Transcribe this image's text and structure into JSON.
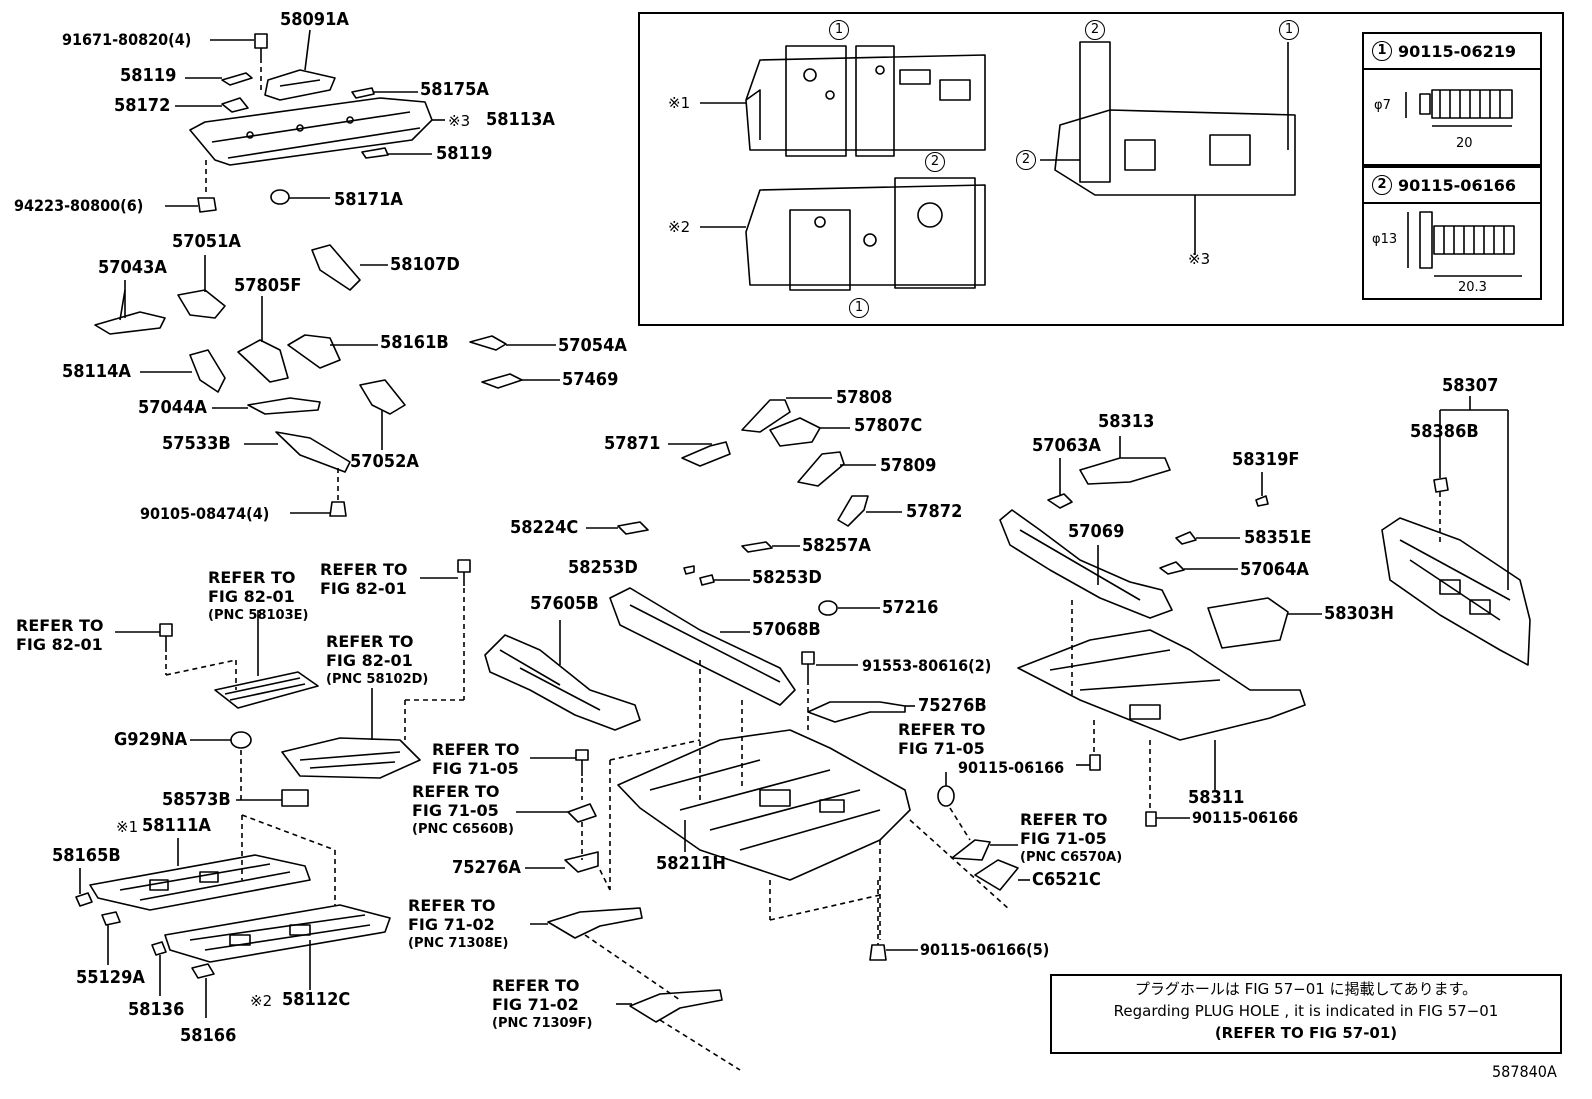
{
  "labels": {
    "p91671": "91671-80820(4)",
    "p58091A": "58091A",
    "p58119a": "58119",
    "p58175A": "58175A",
    "p58172": "58172",
    "p58113A": "58113A",
    "p58119b": "58119",
    "p94223": "94223-80800(6)",
    "p58171A": "58171A",
    "p57051A": "57051A",
    "p57043A": "57043A",
    "p58107D": "58107D",
    "p57805F": "57805F",
    "p58161B": "58161B",
    "p57054A": "57054A",
    "p58114A": "58114A",
    "p57469": "57469",
    "p57044A": "57044A",
    "p57533B": "57533B",
    "p57052A": "57052A",
    "p90105": "90105-08474(4)",
    "p57808": "57808",
    "p57871": "57871",
    "p57807C": "57807C",
    "p57809": "57809",
    "p57872": "57872",
    "p58224C": "58224C",
    "p58257A": "58257A",
    "p58253Da": "58253D",
    "p58253Db": "58253D",
    "p57605B": "57605B",
    "p57068B": "57068B",
    "p57216": "57216",
    "p91553": "91553-80616(2)",
    "p75276B": "75276B",
    "pG929NA": "G929NA",
    "p58573B": "58573B",
    "p58111A": "58111A",
    "p58165B": "58165B",
    "p55129A": "55129A",
    "p58136": "58136",
    "p58166": "58166",
    "p58112C": "58112C",
    "p75276A": "75276A",
    "p58211H": "58211H",
    "p90115_5": "90115-06166(5)",
    "p58313": "58313",
    "p57063A": "57063A",
    "p58319F": "58319F",
    "p58307": "58307",
    "p58386B": "58386B",
    "p57069": "57069",
    "p58351E": "58351E",
    "p57064A": "57064A",
    "p58303H": "58303H",
    "p90115a": "90115-06166",
    "p58311": "58311",
    "p90115b": "90115-06166",
    "pC6521C": "C6521C"
  },
  "refs": {
    "r1": {
      "l1": "REFER TO",
      "l2": "FIG 82-01",
      "l3": "(PNC 58103E)"
    },
    "r2": {
      "l1": "REFER TO",
      "l2": "FIG 82-01"
    },
    "r3": {
      "l1": "REFER TO",
      "l2": "FIG 82-01"
    },
    "r4": {
      "l1": "REFER TO",
      "l2": "FIG 82-01",
      "l3": "(PNC 58102D)"
    },
    "r5": {
      "l1": "REFER TO",
      "l2": "FIG 71-05"
    },
    "r6": {
      "l1": "REFER TO",
      "l2": "FIG 71-05",
      "l3": "(PNC C6560B)"
    },
    "r7": {
      "l1": "REFER TO",
      "l2": "FIG 71-05"
    },
    "r8": {
      "l1": "REFER TO",
      "l2": "FIG 71-05",
      "l3": "(PNC C6570A)"
    },
    "r9": {
      "l1": "REFER TO",
      "l2": "FIG 71-02",
      "l3": "(PNC 71308E)"
    },
    "r10": {
      "l1": "REFER TO",
      "l2": "FIG 71-02",
      "l3": "(PNC 71309F)"
    }
  },
  "marks": {
    "m1": "※1",
    "m2": "※2",
    "m3": "※3",
    "m3b": "※3",
    "m1b": "※1",
    "m2b": "※2"
  },
  "inset": {
    "fastener1": {
      "num": "1",
      "pn": "90115-06219",
      "dia": "φ7",
      "len": "20"
    },
    "fastener2": {
      "num": "2",
      "pn": "90115-06166",
      "dia": "φ13",
      "len": "20.3"
    },
    "callout1": "1",
    "callout2": "2"
  },
  "note": {
    "jp": "プラグホールは FIG 57−01 に掲載してあります。",
    "en": "Regarding PLUG HOLE , it is indicated in FIG 57−01",
    "ref": "(REFER TO FIG 57-01)"
  },
  "figure_id": "587840A"
}
